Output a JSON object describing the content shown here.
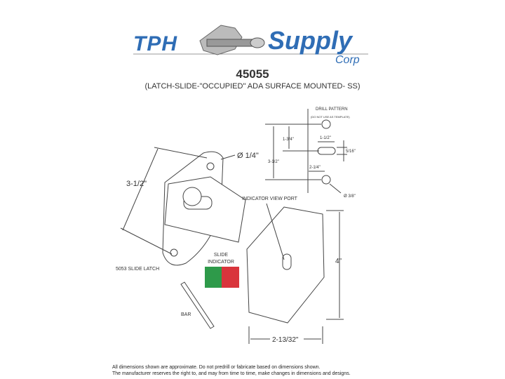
{
  "logo": {
    "left": "TPH",
    "right": "Supply",
    "sub": "Corp"
  },
  "header": {
    "part_number": "45055",
    "description": "(LATCH-SLIDE-\"OCCUPIED\" ADA SURFACE MOUNTED- SS)"
  },
  "latch": {
    "hole_dim": "Ø 1/4\"",
    "height_dim": "3-1/2\"",
    "name": "5053 SLIDE LATCH"
  },
  "indicator": {
    "label_line1": "SLIDE",
    "label_line2": "INDICATOR",
    "colors": [
      "#2e9a4a",
      "#d9353c"
    ]
  },
  "bar": {
    "label": "BAR"
  },
  "view_port": {
    "label": "INDICATOR VIEW PORT",
    "height_dim": "4\"",
    "width_dim": "2-13/32\""
  },
  "drill_pattern": {
    "title": "DRILL PATTERN",
    "note": "(DO NOT USE AS TEMPLATE)",
    "dim_top": "1-3/4\"",
    "dim_slot_w": "1-1/2\"",
    "dim_slot_h": "5/16\"",
    "dim_total": "3-1/2\"",
    "dim_offset": "2-1/4\"",
    "dim_hole": "Ø 3/8\""
  },
  "footer": {
    "line1": "All dimensions shown are approximate. Do not predrill or fabricate based on dimensions shown.",
    "line2": "The manufacturer reserves the right to, and may from time to time, make changes in dimensions and designs."
  }
}
